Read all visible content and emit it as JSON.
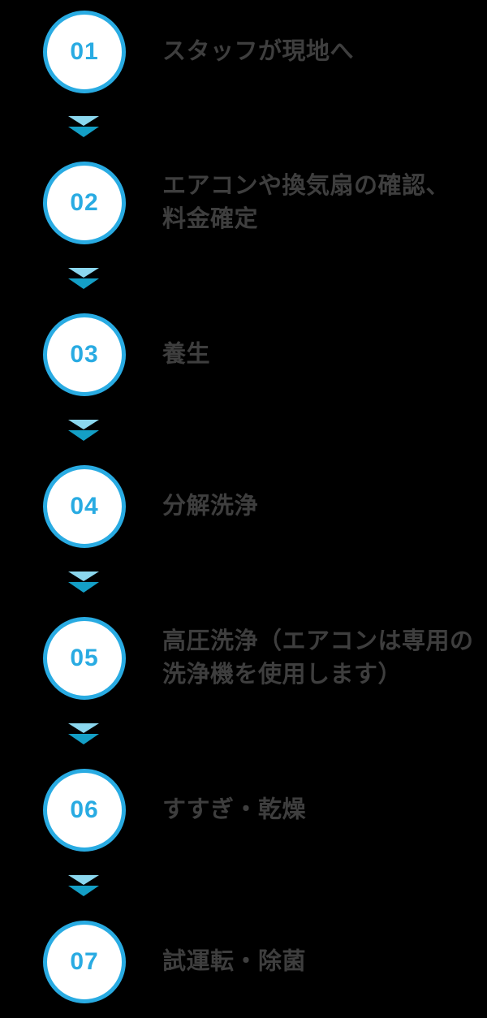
{
  "colors": {
    "background": "#000000",
    "accent": "#29abe2",
    "circle_fill": "#ffffff",
    "number_text": "#29abe2",
    "label_text": "#3e3e3e",
    "arrow_light": "#8bd7ee",
    "arrow_dark": "#149fc6"
  },
  "steps": [
    {
      "num": "01",
      "label": "スタッフが現地へ"
    },
    {
      "num": "02",
      "label": "エアコンや換気扇の確認、\n料金確定"
    },
    {
      "num": "03",
      "label": "養生"
    },
    {
      "num": "04",
      "label": "分解洗浄"
    },
    {
      "num": "05",
      "label": "高圧洗浄（エアコンは専用の\n洗浄機を使用します）"
    },
    {
      "num": "06",
      "label": "すすぎ・乾燥"
    },
    {
      "num": "07",
      "label": "試運転・除菌"
    }
  ]
}
